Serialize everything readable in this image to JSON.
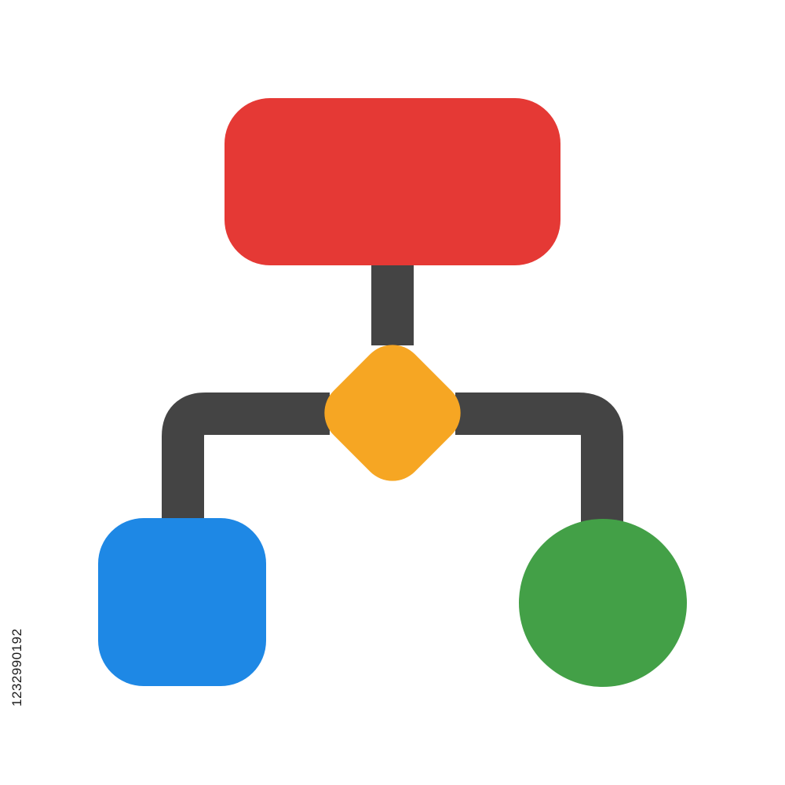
{
  "diagram": {
    "colors": {
      "connector": "#444444",
      "top_process": "#E53935",
      "decision": "#F6A623",
      "left_process": "#1E88E5",
      "terminal": "#43A047",
      "background": "#FFFFFF"
    },
    "nodes": [
      {
        "id": "top",
        "shape": "rounded-rectangle"
      },
      {
        "id": "decision",
        "shape": "diamond"
      },
      {
        "id": "left",
        "shape": "rounded-square"
      },
      {
        "id": "right",
        "shape": "circle"
      }
    ],
    "edges": [
      {
        "from": "top",
        "to": "decision"
      },
      {
        "from": "decision",
        "to": "left"
      },
      {
        "from": "decision",
        "to": "right"
      }
    ]
  },
  "watermark": {
    "stock_id": "1232990192"
  }
}
